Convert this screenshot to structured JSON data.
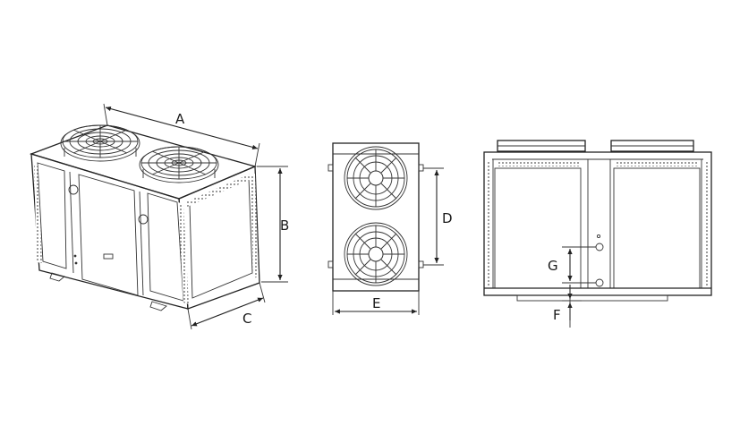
{
  "labels": {
    "a": "A",
    "b": "B",
    "c": "C",
    "d": "D",
    "e": "E",
    "f": "F",
    "g": "G"
  },
  "colors": {
    "line": "#222222",
    "fan_guard": "#333333",
    "background": "#ffffff"
  },
  "views": {
    "isometric": {
      "name": "isometric-view"
    },
    "side": {
      "name": "side-view"
    },
    "front": {
      "name": "front-view"
    }
  }
}
